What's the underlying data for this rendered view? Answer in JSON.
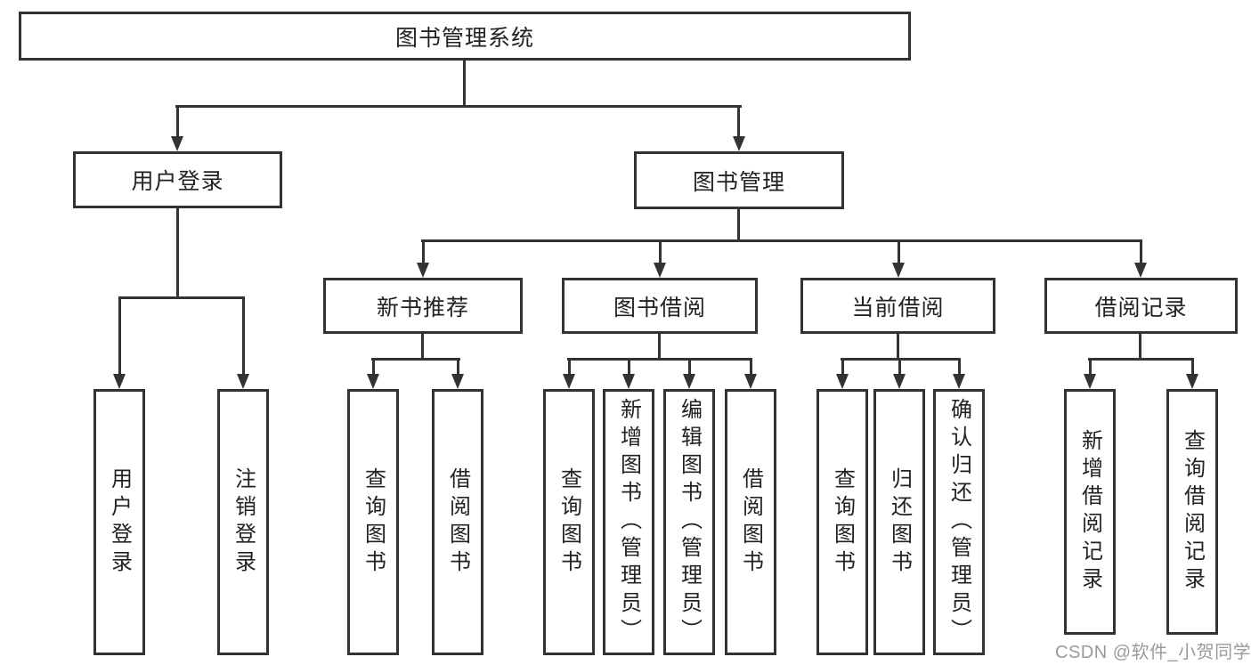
{
  "colors": {
    "background": "#ffffff",
    "line": "#333333",
    "box_border": "#333333",
    "text": "#222222",
    "watermark": "#9a9a9a"
  },
  "tree": {
    "root": "图书管理系统",
    "children": [
      {
        "label": "用户登录",
        "children": [
          "用户登录",
          "注销登录"
        ]
      },
      {
        "label": "图书管理",
        "children": [
          {
            "label": "新书推荐",
            "children": [
              "查询图书",
              "借阅图书"
            ]
          },
          {
            "label": "图书借阅",
            "children": [
              "查询图书",
              "新增图书（管理员）",
              "编辑图书（管理员）",
              "借阅图书"
            ]
          },
          {
            "label": "当前借阅",
            "children": [
              "查询图书",
              "归还图书",
              "确认归还（管理员）"
            ]
          },
          {
            "label": "借阅记录",
            "children": [
              "新增借阅记录",
              "查询借阅记录"
            ]
          }
        ]
      }
    ]
  },
  "watermark": {
    "text": "CSDN @软件_小贺同学"
  }
}
